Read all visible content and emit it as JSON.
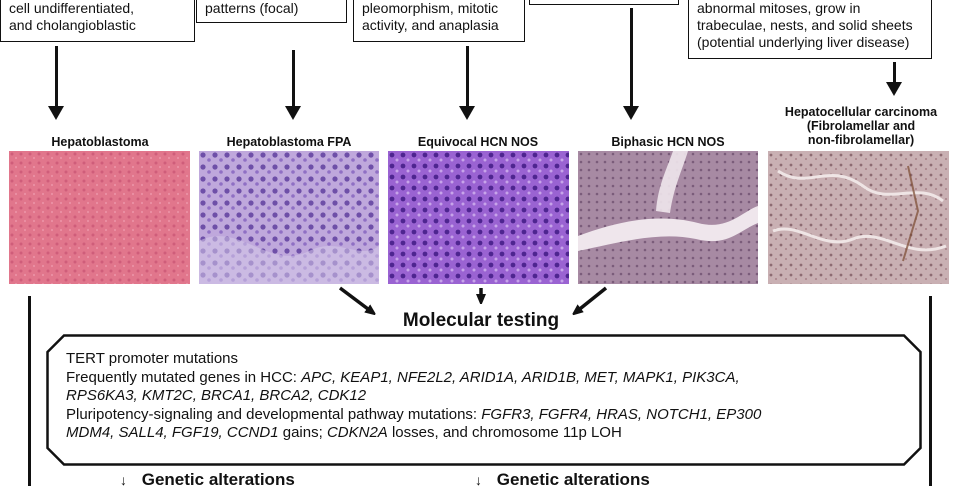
{
  "top_boxes": [
    {
      "lines": [
        "cell undifferentiated,",
        "and cholangioblastic"
      ]
    },
    {
      "lines": [
        "patterns (focal)"
      ]
    },
    {
      "lines": [
        "pleomorphism, mitotic",
        "activity, and anaplasia"
      ]
    },
    {
      "lines": []
    },
    {
      "lines": [
        "abnormal mitoses, grow in",
        "trabeculae, nests, and solid sheets",
        "(potential underlying liver disease)"
      ]
    }
  ],
  "tumor_types": [
    {
      "lines": [
        "Hepatoblastoma"
      ]
    },
    {
      "lines": [
        "Hepatoblastoma FPA"
      ]
    },
    {
      "lines": [
        "Equivocal HCN NOS"
      ]
    },
    {
      "lines": [
        "Biphasic HCN NOS"
      ]
    },
    {
      "lines": [
        "Hepatocellular carcinoma",
        "(Fibrolamellar and",
        "non-fibrolamellar)"
      ]
    }
  ],
  "histology_colors": {
    "hepatoblastoma": "#e06f86",
    "hepatoblastoma_fpa": "#a98ccd",
    "equivocal": "#8a4fc8",
    "biphasic": "#a98aa2",
    "hcc": "#c7adb0"
  },
  "molecular_testing": {
    "title": "Molecular testing",
    "line1": "TERT promoter mutations",
    "line2_prefix": "Frequently mutated genes in HCC: ",
    "line2_genes": "APC, KEAP1, NFE2L2, ARID1A, ARID1B, MET, MAPK1, PIK3CA,",
    "line3_genes": "RPS6KA3, KMT2C, BRCA1, BRCA2, CDK12",
    "line4_prefix": "Pluripotency-signaling and developmental pathway mutations: ",
    "line4_genes": "FGFR3, FGFR4, HRAS, NOTCH1, EP300",
    "line5_genes_a": "MDM4, SALL4, FGF19, CCND1",
    "line5_mid": " gains; ",
    "line5_genes_b": "CDKN2A",
    "line5_suffix": " losses, and chromosome 11p LOH"
  },
  "bottom": {
    "left": "Genetic alterations",
    "right": "Genetic alterations"
  }
}
